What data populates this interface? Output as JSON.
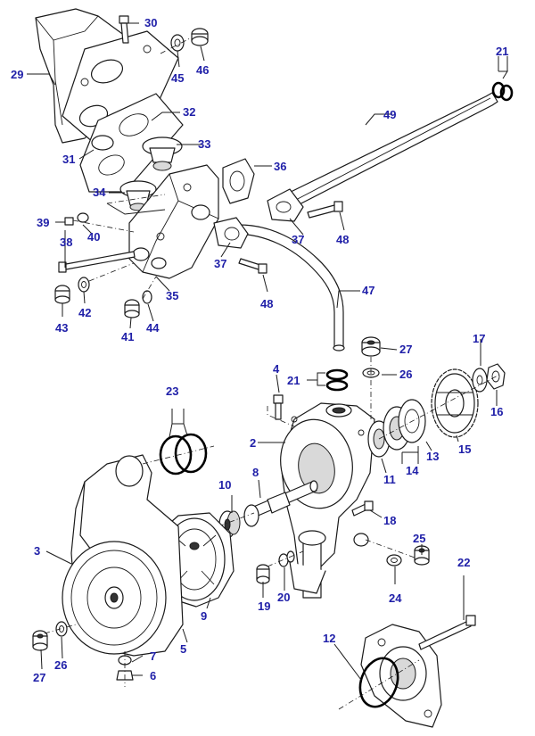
{
  "colors": {
    "callout": "#1f1fa8",
    "line": "#1a1a1a",
    "background": "#ffffff"
  },
  "callouts": [
    {
      "id": "c2",
      "text": "2"
    },
    {
      "id": "c3",
      "text": "3"
    },
    {
      "id": "c4",
      "text": "4"
    },
    {
      "id": "c5",
      "text": "5"
    },
    {
      "id": "c6",
      "text": "6"
    },
    {
      "id": "c7",
      "text": "7"
    },
    {
      "id": "c8",
      "text": "8"
    },
    {
      "id": "c9",
      "text": "9"
    },
    {
      "id": "c10",
      "text": "10"
    },
    {
      "id": "c11",
      "text": "11"
    },
    {
      "id": "c12",
      "text": "12"
    },
    {
      "id": "c13",
      "text": "13"
    },
    {
      "id": "c14",
      "text": "14"
    },
    {
      "id": "c15",
      "text": "15"
    },
    {
      "id": "c16",
      "text": "16"
    },
    {
      "id": "c17",
      "text": "17"
    },
    {
      "id": "c18",
      "text": "18"
    },
    {
      "id": "c19",
      "text": "19"
    },
    {
      "id": "c20",
      "text": "20"
    },
    {
      "id": "c21a",
      "text": "21"
    },
    {
      "id": "c21b",
      "text": "21"
    },
    {
      "id": "c22",
      "text": "22"
    },
    {
      "id": "c23",
      "text": "23"
    },
    {
      "id": "c24",
      "text": "24"
    },
    {
      "id": "c25",
      "text": "25"
    },
    {
      "id": "c26a",
      "text": "26"
    },
    {
      "id": "c26b",
      "text": "26"
    },
    {
      "id": "c27a",
      "text": "27"
    },
    {
      "id": "c27b",
      "text": "27"
    },
    {
      "id": "c29",
      "text": "29"
    },
    {
      "id": "c30",
      "text": "30"
    },
    {
      "id": "c31",
      "text": "31"
    },
    {
      "id": "c32",
      "text": "32"
    },
    {
      "id": "c33",
      "text": "33"
    },
    {
      "id": "c34",
      "text": "34"
    },
    {
      "id": "c35",
      "text": "35"
    },
    {
      "id": "c36",
      "text": "36"
    },
    {
      "id": "c37a",
      "text": "37"
    },
    {
      "id": "c37b",
      "text": "37"
    },
    {
      "id": "c38",
      "text": "38"
    },
    {
      "id": "c39",
      "text": "39"
    },
    {
      "id": "c40",
      "text": "40"
    },
    {
      "id": "c41",
      "text": "41"
    },
    {
      "id": "c42",
      "text": "42"
    },
    {
      "id": "c43",
      "text": "43"
    },
    {
      "id": "c44",
      "text": "44"
    },
    {
      "id": "c45",
      "text": "45"
    },
    {
      "id": "c46",
      "text": "46"
    },
    {
      "id": "c47",
      "text": "47"
    },
    {
      "id": "c48a",
      "text": "48"
    },
    {
      "id": "c48b",
      "text": "48"
    },
    {
      "id": "c49",
      "text": "49"
    }
  ]
}
